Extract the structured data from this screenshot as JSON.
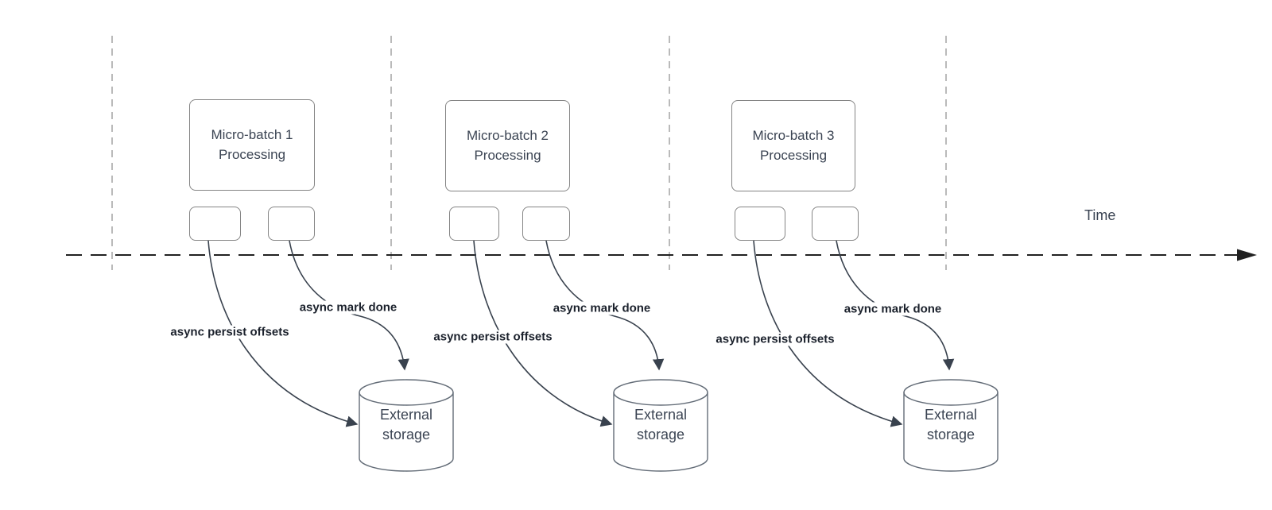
{
  "diagram": {
    "time_label": "Time",
    "colors": {
      "background": "#ffffff",
      "shape_stroke": "#848484",
      "cylinder_stroke": "#636c77",
      "connector_stroke": "#39424e",
      "timeline_stroke": "#212121",
      "guide_line_stroke": "#9c9c9c",
      "shape_text": "#3b4453",
      "connector_label_text": "#1b212c"
    },
    "sections": [
      {
        "box_label": "Micro-batch 1\nProcessing",
        "persist_label": "async persist offsets",
        "done_label": "async mark done",
        "storage_label": "External\nstorage"
      },
      {
        "box_label": "Micro-batch 2\nProcessing",
        "persist_label": "async persist offsets",
        "done_label": "async mark done",
        "storage_label": "External\nstorage"
      },
      {
        "box_label": "Micro-batch 3\nProcessing",
        "persist_label": "async persist offsets",
        "done_label": "async mark done",
        "storage_label": "External\nstorage"
      }
    ]
  }
}
